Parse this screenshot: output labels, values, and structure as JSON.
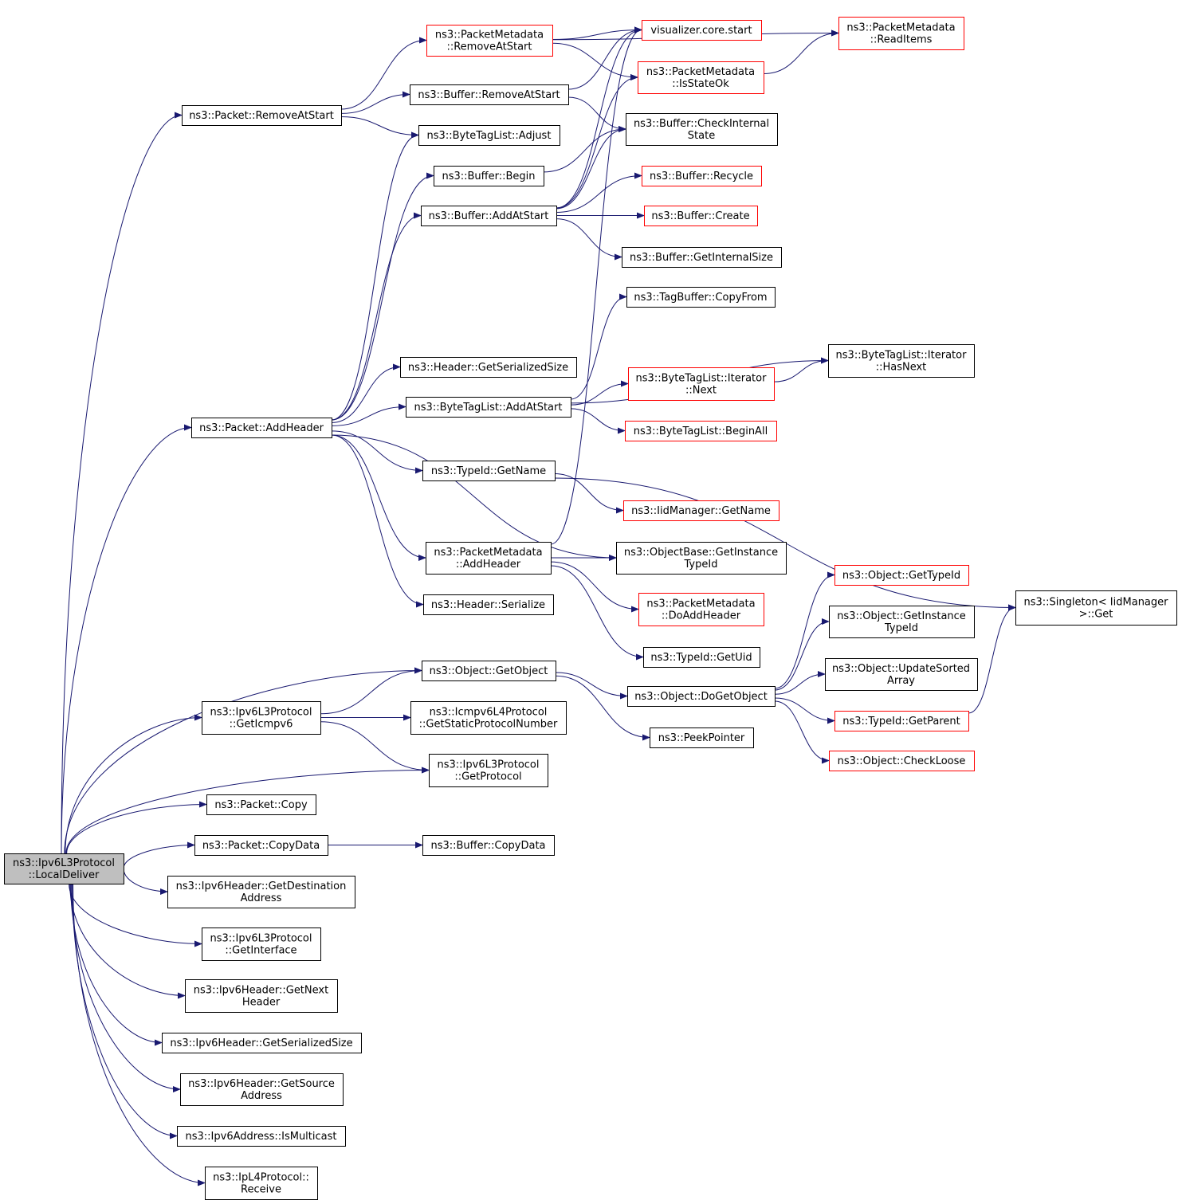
{
  "colors": {
    "edge": "#191970",
    "border_default": "#000000",
    "border_incomplete": "#ff0000",
    "root_fill": "#bfbfbf",
    "background": "#ffffff"
  },
  "root": "n_localdeliver",
  "nodes": {
    "n_localdeliver": {
      "lines": [
        "ns3::Ipv6L3Protocol",
        "::LocalDeliver"
      ],
      "style": "root"
    },
    "n_pkt_removeatstart": {
      "lines": [
        "ns3::Packet::RemoveAtStart"
      ],
      "style": "black"
    },
    "n_pm_removeatstart": {
      "lines": [
        "ns3::PacketMetadata",
        "::RemoveAtStart"
      ],
      "style": "red"
    },
    "n_viz_start": {
      "lines": [
        "visualizer.core.start"
      ],
      "style": "red"
    },
    "n_pm_readitems": {
      "lines": [
        "ns3::PacketMetadata",
        "::ReadItems"
      ],
      "style": "red"
    },
    "n_pm_isstateok": {
      "lines": [
        "ns3::PacketMetadata",
        "::IsStateOk"
      ],
      "style": "red"
    },
    "n_buf_removeatstart": {
      "lines": [
        "ns3::Buffer::RemoveAtStart"
      ],
      "style": "black"
    },
    "n_buf_checkinternal": {
      "lines": [
        "ns3::Buffer::CheckInternal",
        "State"
      ],
      "style": "black"
    },
    "n_btl_adjust": {
      "lines": [
        "ns3::ByteTagList::Adjust"
      ],
      "style": "black"
    },
    "n_buf_begin": {
      "lines": [
        "ns3::Buffer::Begin"
      ],
      "style": "black"
    },
    "n_buf_recycle": {
      "lines": [
        "ns3::Buffer::Recycle"
      ],
      "style": "red"
    },
    "n_buf_addatstart": {
      "lines": [
        "ns3::Buffer::AddAtStart"
      ],
      "style": "black"
    },
    "n_buf_create": {
      "lines": [
        "ns3::Buffer::Create"
      ],
      "style": "red"
    },
    "n_buf_getinternalsize": {
      "lines": [
        "ns3::Buffer::GetInternalSize"
      ],
      "style": "black"
    },
    "n_tagbuf_copyfrom": {
      "lines": [
        "ns3::TagBuffer::CopyFrom"
      ],
      "style": "black"
    },
    "n_btli_hasnext": {
      "lines": [
        "ns3::ByteTagList::Iterator",
        "::HasNext"
      ],
      "style": "black"
    },
    "n_hdr_getserializedsize": {
      "lines": [
        "ns3::Header::GetSerializedSize"
      ],
      "style": "black"
    },
    "n_btli_next": {
      "lines": [
        "ns3::ByteTagList::Iterator",
        "::Next"
      ],
      "style": "red"
    },
    "n_btl_addatstart": {
      "lines": [
        "ns3::ByteTagList::AddAtStart"
      ],
      "style": "black"
    },
    "n_pkt_addheader": {
      "lines": [
        "ns3::Packet::AddHeader"
      ],
      "style": "black"
    },
    "n_btl_beginall": {
      "lines": [
        "ns3::ByteTagList::BeginAll"
      ],
      "style": "red"
    },
    "n_typeid_getname": {
      "lines": [
        "ns3::TypeId::GetName"
      ],
      "style": "black"
    },
    "n_iidmgr_getname": {
      "lines": [
        "ns3::IidManager::GetName"
      ],
      "style": "red"
    },
    "n_pm_addheader": {
      "lines": [
        "ns3::PacketMetadata",
        "::AddHeader"
      ],
      "style": "black"
    },
    "n_objbase_getinstancetypeid": {
      "lines": [
        "ns3::ObjectBase::GetInstance",
        "TypeId"
      ],
      "style": "black"
    },
    "n_obj_gettypeid": {
      "lines": [
        "ns3::Object::GetTypeId"
      ],
      "style": "red"
    },
    "n_singleton_get": {
      "lines": [
        "ns3::Singleton< IidManager",
        ">::Get"
      ],
      "style": "black"
    },
    "n_pm_doaddheader": {
      "lines": [
        "ns3::PacketMetadata",
        "::DoAddHeader"
      ],
      "style": "red"
    },
    "n_hdr_serialize": {
      "lines": [
        "ns3::Header::Serialize"
      ],
      "style": "black"
    },
    "n_obj_getinstancetypeid": {
      "lines": [
        "ns3::Object::GetInstance",
        "TypeId"
      ],
      "style": "black"
    },
    "n_typeid_getuid": {
      "lines": [
        "ns3::TypeId::GetUid"
      ],
      "style": "black"
    },
    "n_obj_updatesortedarray": {
      "lines": [
        "ns3::Object::UpdateSorted",
        "Array"
      ],
      "style": "black"
    },
    "n_obj_getobject": {
      "lines": [
        "ns3::Object::GetObject"
      ],
      "style": "black"
    },
    "n_obj_dogetobject": {
      "lines": [
        "ns3::Object::DoGetObject"
      ],
      "style": "black"
    },
    "n_ipv6l3_geticmpv6": {
      "lines": [
        "ns3::Ipv6L3Protocol",
        "::GetIcmpv6"
      ],
      "style": "black"
    },
    "n_icmpv6l4_getstaticprotocolnumber": {
      "lines": [
        "ns3::Icmpv6L4Protocol",
        "::GetStaticProtocolNumber"
      ],
      "style": "black"
    },
    "n_typeid_getparent": {
      "lines": [
        "ns3::TypeId::GetParent"
      ],
      "style": "red"
    },
    "n_peekpointer": {
      "lines": [
        "ns3::PeekPointer"
      ],
      "style": "black"
    },
    "n_obj_checkloose": {
      "lines": [
        "ns3::Object::CheckLoose"
      ],
      "style": "red"
    },
    "n_ipv6l3_getprotocol": {
      "lines": [
        "ns3::Ipv6L3Protocol",
        "::GetProtocol"
      ],
      "style": "black"
    },
    "n_pkt_copy": {
      "lines": [
        "ns3::Packet::Copy"
      ],
      "style": "black"
    },
    "n_pkt_copydata": {
      "lines": [
        "ns3::Packet::CopyData"
      ],
      "style": "black"
    },
    "n_buf_copydata": {
      "lines": [
        "ns3::Buffer::CopyData"
      ],
      "style": "black"
    },
    "n_ipv6hdr_getdestinationaddress": {
      "lines": [
        "ns3::Ipv6Header::GetDestination",
        "Address"
      ],
      "style": "black"
    },
    "n_ipv6l3_getinterface": {
      "lines": [
        "ns3::Ipv6L3Protocol",
        "::GetInterface"
      ],
      "style": "black"
    },
    "n_ipv6hdr_getnextheader": {
      "lines": [
        "ns3::Ipv6Header::GetNext",
        "Header"
      ],
      "style": "black"
    },
    "n_ipv6hdr_getserializedsize": {
      "lines": [
        "ns3::Ipv6Header::GetSerializedSize"
      ],
      "style": "black"
    },
    "n_ipv6hdr_getsourceaddress": {
      "lines": [
        "ns3::Ipv6Header::GetSource",
        "Address"
      ],
      "style": "black"
    },
    "n_ipv6addr_ismulticast": {
      "lines": [
        "ns3::Ipv6Address::IsMulticast"
      ],
      "style": "black"
    },
    "n_ipl4_receive": {
      "lines": [
        "ns3::IpL4Protocol::",
        "Receive"
      ],
      "style": "black"
    }
  },
  "edges": [
    [
      "n_localdeliver",
      "n_pkt_removeatstart"
    ],
    [
      "n_localdeliver",
      "n_pkt_addheader"
    ],
    [
      "n_localdeliver",
      "n_obj_getobject"
    ],
    [
      "n_localdeliver",
      "n_ipv6l3_geticmpv6"
    ],
    [
      "n_localdeliver",
      "n_ipv6l3_getprotocol"
    ],
    [
      "n_localdeliver",
      "n_pkt_copy"
    ],
    [
      "n_localdeliver",
      "n_pkt_copydata"
    ],
    [
      "n_localdeliver",
      "n_ipv6hdr_getdestinationaddress"
    ],
    [
      "n_localdeliver",
      "n_ipv6l3_getinterface"
    ],
    [
      "n_localdeliver",
      "n_ipv6hdr_getnextheader"
    ],
    [
      "n_localdeliver",
      "n_ipv6hdr_getserializedsize"
    ],
    [
      "n_localdeliver",
      "n_ipv6hdr_getsourceaddress"
    ],
    [
      "n_localdeliver",
      "n_ipv6addr_ismulticast"
    ],
    [
      "n_localdeliver",
      "n_ipl4_receive"
    ],
    [
      "n_pkt_removeatstart",
      "n_pm_removeatstart"
    ],
    [
      "n_pkt_removeatstart",
      "n_buf_removeatstart"
    ],
    [
      "n_pkt_removeatstart",
      "n_btl_adjust"
    ],
    [
      "n_pm_removeatstart",
      "n_viz_start"
    ],
    [
      "n_pm_removeatstart",
      "n_pm_readitems"
    ],
    [
      "n_pm_removeatstart",
      "n_pm_isstateok"
    ],
    [
      "n_pm_isstateok",
      "n_pm_readitems"
    ],
    [
      "n_buf_removeatstart",
      "n_viz_start"
    ],
    [
      "n_buf_removeatstart",
      "n_buf_checkinternal"
    ],
    [
      "n_buf_begin",
      "n_buf_checkinternal"
    ],
    [
      "n_buf_addatstart",
      "n_viz_start"
    ],
    [
      "n_buf_addatstart",
      "n_pm_isstateok"
    ],
    [
      "n_buf_addatstart",
      "n_buf_checkinternal"
    ],
    [
      "n_buf_addatstart",
      "n_buf_recycle"
    ],
    [
      "n_buf_addatstart",
      "n_buf_create"
    ],
    [
      "n_buf_addatstart",
      "n_buf_getinternalsize"
    ],
    [
      "n_pkt_addheader",
      "n_btl_adjust"
    ],
    [
      "n_pkt_addheader",
      "n_buf_begin"
    ],
    [
      "n_pkt_addheader",
      "n_buf_addatstart"
    ],
    [
      "n_pkt_addheader",
      "n_hdr_getserializedsize"
    ],
    [
      "n_pkt_addheader",
      "n_btl_addatstart"
    ],
    [
      "n_pkt_addheader",
      "n_typeid_getname"
    ],
    [
      "n_pkt_addheader",
      "n_pm_addheader"
    ],
    [
      "n_pkt_addheader",
      "n_objbase_getinstancetypeid"
    ],
    [
      "n_pkt_addheader",
      "n_hdr_serialize"
    ],
    [
      "n_btl_addatstart",
      "n_tagbuf_copyfrom"
    ],
    [
      "n_btl_addatstart",
      "n_btli_hasnext"
    ],
    [
      "n_btl_addatstart",
      "n_btli_next"
    ],
    [
      "n_btl_addatstart",
      "n_btl_beginall"
    ],
    [
      "n_btli_next",
      "n_btli_hasnext"
    ],
    [
      "n_typeid_getname",
      "n_iidmgr_getname"
    ],
    [
      "n_typeid_getname",
      "n_singleton_get"
    ],
    [
      "n_pm_addheader",
      "n_viz_start"
    ],
    [
      "n_pm_addheader",
      "n_objbase_getinstancetypeid"
    ],
    [
      "n_pm_addheader",
      "n_pm_doaddheader"
    ],
    [
      "n_pm_addheader",
      "n_typeid_getuid"
    ],
    [
      "n_obj_getobject",
      "n_obj_dogetobject"
    ],
    [
      "n_obj_getobject",
      "n_peekpointer"
    ],
    [
      "n_obj_dogetobject",
      "n_obj_gettypeid"
    ],
    [
      "n_obj_dogetobject",
      "n_obj_getinstancetypeid"
    ],
    [
      "n_obj_dogetobject",
      "n_obj_updatesortedarray"
    ],
    [
      "n_obj_dogetobject",
      "n_typeid_getparent"
    ],
    [
      "n_obj_dogetobject",
      "n_obj_checkloose"
    ],
    [
      "n_typeid_getparent",
      "n_singleton_get"
    ],
    [
      "n_ipv6l3_geticmpv6",
      "n_obj_getobject"
    ],
    [
      "n_ipv6l3_geticmpv6",
      "n_icmpv6l4_getstaticprotocolnumber"
    ],
    [
      "n_ipv6l3_geticmpv6",
      "n_ipv6l3_getprotocol"
    ],
    [
      "n_pkt_copydata",
      "n_buf_copydata"
    ]
  ]
}
